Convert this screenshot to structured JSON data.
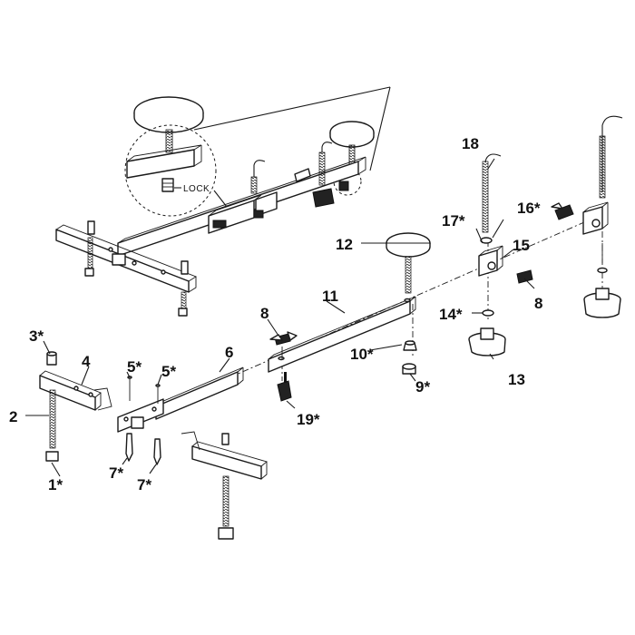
{
  "callouts": [
    {
      "id": "c1",
      "text": "1*"
    },
    {
      "id": "c2",
      "text": "2"
    },
    {
      "id": "c3",
      "text": "3*"
    },
    {
      "id": "c4",
      "text": "4"
    },
    {
      "id": "c5a",
      "text": "5*"
    },
    {
      "id": "c5b",
      "text": "5*"
    },
    {
      "id": "c6",
      "text": "6"
    },
    {
      "id": "c7a",
      "text": "7*"
    },
    {
      "id": "c7b",
      "text": "7*"
    },
    {
      "id": "c8a",
      "text": "8"
    },
    {
      "id": "c8b",
      "text": "8"
    },
    {
      "id": "c9",
      "text": "9*"
    },
    {
      "id": "c10",
      "text": "10*"
    },
    {
      "id": "c11",
      "text": "11"
    },
    {
      "id": "c12",
      "text": "12"
    },
    {
      "id": "c13",
      "text": "13"
    },
    {
      "id": "c14",
      "text": "14*"
    },
    {
      "id": "c15",
      "text": "15"
    },
    {
      "id": "c16",
      "text": "16*"
    },
    {
      "id": "c17",
      "text": "17*"
    },
    {
      "id": "c18",
      "text": "18"
    },
    {
      "id": "c19",
      "text": "19*"
    }
  ],
  "detail": {
    "lock_label": "LOCK"
  }
}
